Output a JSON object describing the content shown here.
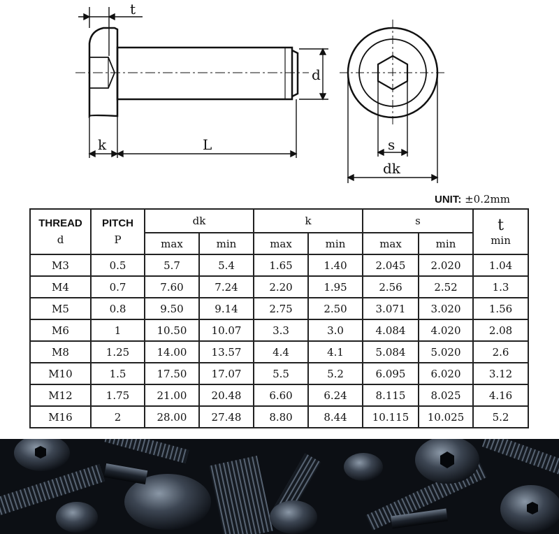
{
  "drawing": {
    "labels": {
      "t": "t",
      "k": "k",
      "L": "L",
      "d": "d",
      "s": "s",
      "dk": "dk"
    }
  },
  "unit": {
    "label": "UNIT:",
    "value": "±0.2mm"
  },
  "table": {
    "headers": {
      "thread": "THREAD",
      "thread_sub": "d",
      "pitch": "PITCH",
      "pitch_sub": "P",
      "dk": "dk",
      "k": "k",
      "s": "s",
      "t": "t",
      "max": "max",
      "min": "min"
    },
    "rows": [
      {
        "thread": "M3",
        "pitch": "0.5",
        "dk_max": "5.7",
        "dk_min": "5.4",
        "k_max": "1.65",
        "k_min": "1.40",
        "s_max": "2.045",
        "s_min": "2.020",
        "t_min": "1.04"
      },
      {
        "thread": "M4",
        "pitch": "0.7",
        "dk_max": "7.60",
        "dk_min": "7.24",
        "k_max": "2.20",
        "k_min": "1.95",
        "s_max": "2.56",
        "s_min": "2.52",
        "t_min": "1.3"
      },
      {
        "thread": "M5",
        "pitch": "0.8",
        "dk_max": "9.50",
        "dk_min": "9.14",
        "k_max": "2.75",
        "k_min": "2.50",
        "s_max": "3.071",
        "s_min": "3.020",
        "t_min": "1.56"
      },
      {
        "thread": "M6",
        "pitch": "1",
        "dk_max": "10.50",
        "dk_min": "10.07",
        "k_max": "3.3",
        "k_min": "3.0",
        "s_max": "4.084",
        "s_min": "4.020",
        "t_min": "2.08"
      },
      {
        "thread": "M8",
        "pitch": "1.25",
        "dk_max": "14.00",
        "dk_min": "13.57",
        "k_max": "4.4",
        "k_min": "4.1",
        "s_max": "5.084",
        "s_min": "5.020",
        "t_min": "2.6"
      },
      {
        "thread": "M10",
        "pitch": "1.5",
        "dk_max": "17.50",
        "dk_min": "17.07",
        "k_max": "5.5",
        "k_min": "5.2",
        "s_max": "6.095",
        "s_min": "6.020",
        "t_min": "3.12"
      },
      {
        "thread": "M12",
        "pitch": "1.75",
        "dk_max": "21.00",
        "dk_min": "20.48",
        "k_max": "6.60",
        "k_min": "6.24",
        "s_max": "8.115",
        "s_min": "8.025",
        "t_min": "4.16"
      },
      {
        "thread": "M16",
        "pitch": "2",
        "dk_max": "28.00",
        "dk_min": "27.48",
        "k_max": "8.80",
        "k_min": "8.44",
        "s_max": "10.115",
        "s_min": "10.025",
        "t_min": "5.2"
      }
    ]
  },
  "colors": {
    "line": "#111111",
    "table_border": "#222222",
    "photo_dark": "#0c0f14",
    "photo_metal": "#5a6674"
  }
}
